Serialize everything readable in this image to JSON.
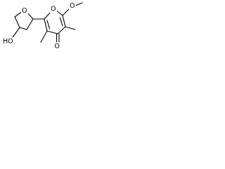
{
  "molecule": {
    "atoms": {
      "hydroxyl": "HO",
      "ring_oxygen_thf": "O",
      "ring_oxygen_pyranone": "O",
      "methoxy_oxygen": "O",
      "carbonyl_oxygen": "O"
    },
    "colors": {
      "bond": "#000000",
      "label": "#000000",
      "background": "#ffffff"
    }
  }
}
